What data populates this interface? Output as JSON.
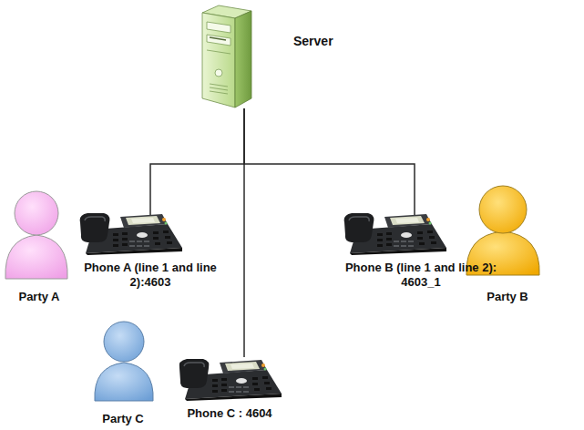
{
  "diagram": {
    "nodes": [
      {
        "text": [
          "Server"
        ]
      },
      {
        "text": [
          "Phone A (line 1 and line 2):4603"
        ]
      },
      {
        "text": [
          "Phone B (line 1 and line 2): 4603_1"
        ]
      },
      {
        "text": [
          "Phone C : 4604"
        ]
      }
    ],
    "edges": [
      {
        "from": 0,
        "to": 1,
        "arrow": "none"
      },
      {
        "from": 0,
        "to": 2,
        "arrow": "none"
      },
      {
        "from": 0,
        "to": 3,
        "arrow": "none"
      }
    ],
    "labels": [
      "Party A",
      "Party B",
      "Party C"
    ]
  }
}
